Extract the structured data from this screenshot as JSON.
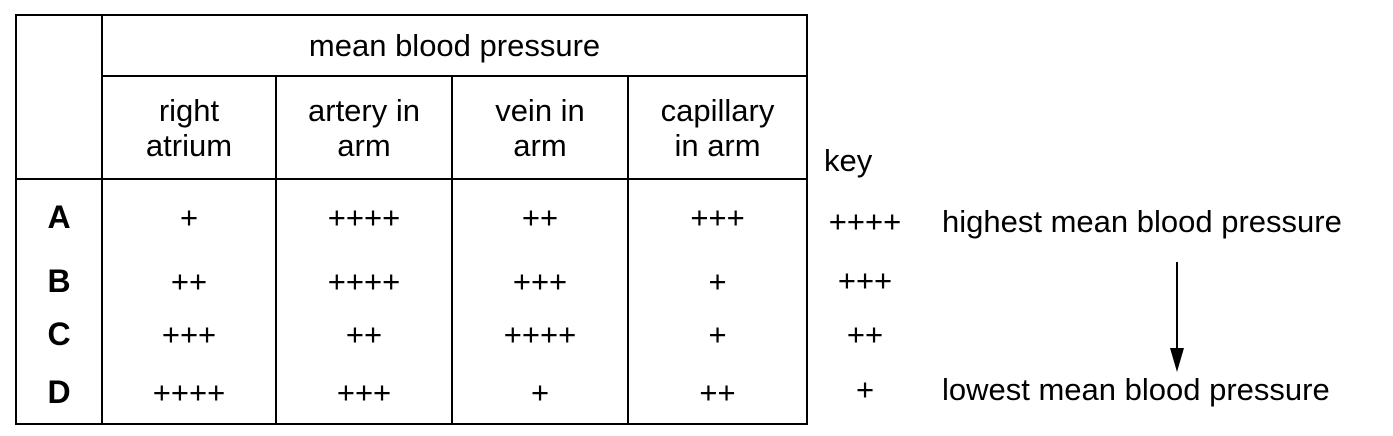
{
  "table": {
    "group_header": "mean blood pressure",
    "columns": [
      [
        "right",
        "atrium"
      ],
      [
        "artery in",
        "arm"
      ],
      [
        "vein in",
        "arm"
      ],
      [
        "capillary",
        "in arm"
      ]
    ],
    "rows": [
      {
        "label": "A",
        "values": [
          "+",
          "++++",
          "++",
          "+++"
        ]
      },
      {
        "label": "B",
        "values": [
          "++",
          "++++",
          "+++",
          "+"
        ]
      },
      {
        "label": "C",
        "values": [
          "+++",
          "++",
          "++++",
          "+"
        ]
      },
      {
        "label": "D",
        "values": [
          "++++",
          "+++",
          "+",
          "++"
        ]
      }
    ]
  },
  "key": {
    "heading": "key",
    "levels": [
      {
        "symbol": "++++",
        "description": "highest mean blood pressure"
      },
      {
        "symbol": "+++",
        "description": ""
      },
      {
        "symbol": "++",
        "description": ""
      },
      {
        "symbol": "+",
        "description": "lowest mean blood pressure"
      }
    ],
    "arrow_icon": "arrow-down-icon"
  }
}
